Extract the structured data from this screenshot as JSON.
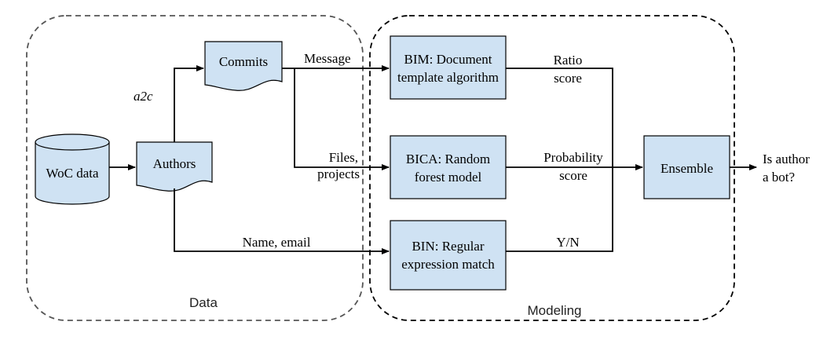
{
  "groups": {
    "data_label": "Data",
    "modeling_label": "Modeling"
  },
  "nodes": {
    "woc": "WoC data",
    "authors": "Authors",
    "commits": "Commits",
    "bim": [
      "BIM: Document",
      "template algorithm"
    ],
    "bica": [
      "BICA: Random",
      "forest model"
    ],
    "bin": [
      "BIN: Regular",
      "expression match"
    ],
    "ensemble": "Ensemble"
  },
  "edge_labels": {
    "a2c": "a2c",
    "message": "Message",
    "files": [
      "Files,",
      "projects"
    ],
    "name_email": "Name, email",
    "ratio": [
      "Ratio",
      "score"
    ],
    "probability": [
      "Probability",
      "score"
    ],
    "yn": "Y/N"
  },
  "output": [
    "Is author",
    "a bot?"
  ],
  "colors": {
    "box_fill": "#cfe2f3",
    "stroke": "#000000"
  }
}
